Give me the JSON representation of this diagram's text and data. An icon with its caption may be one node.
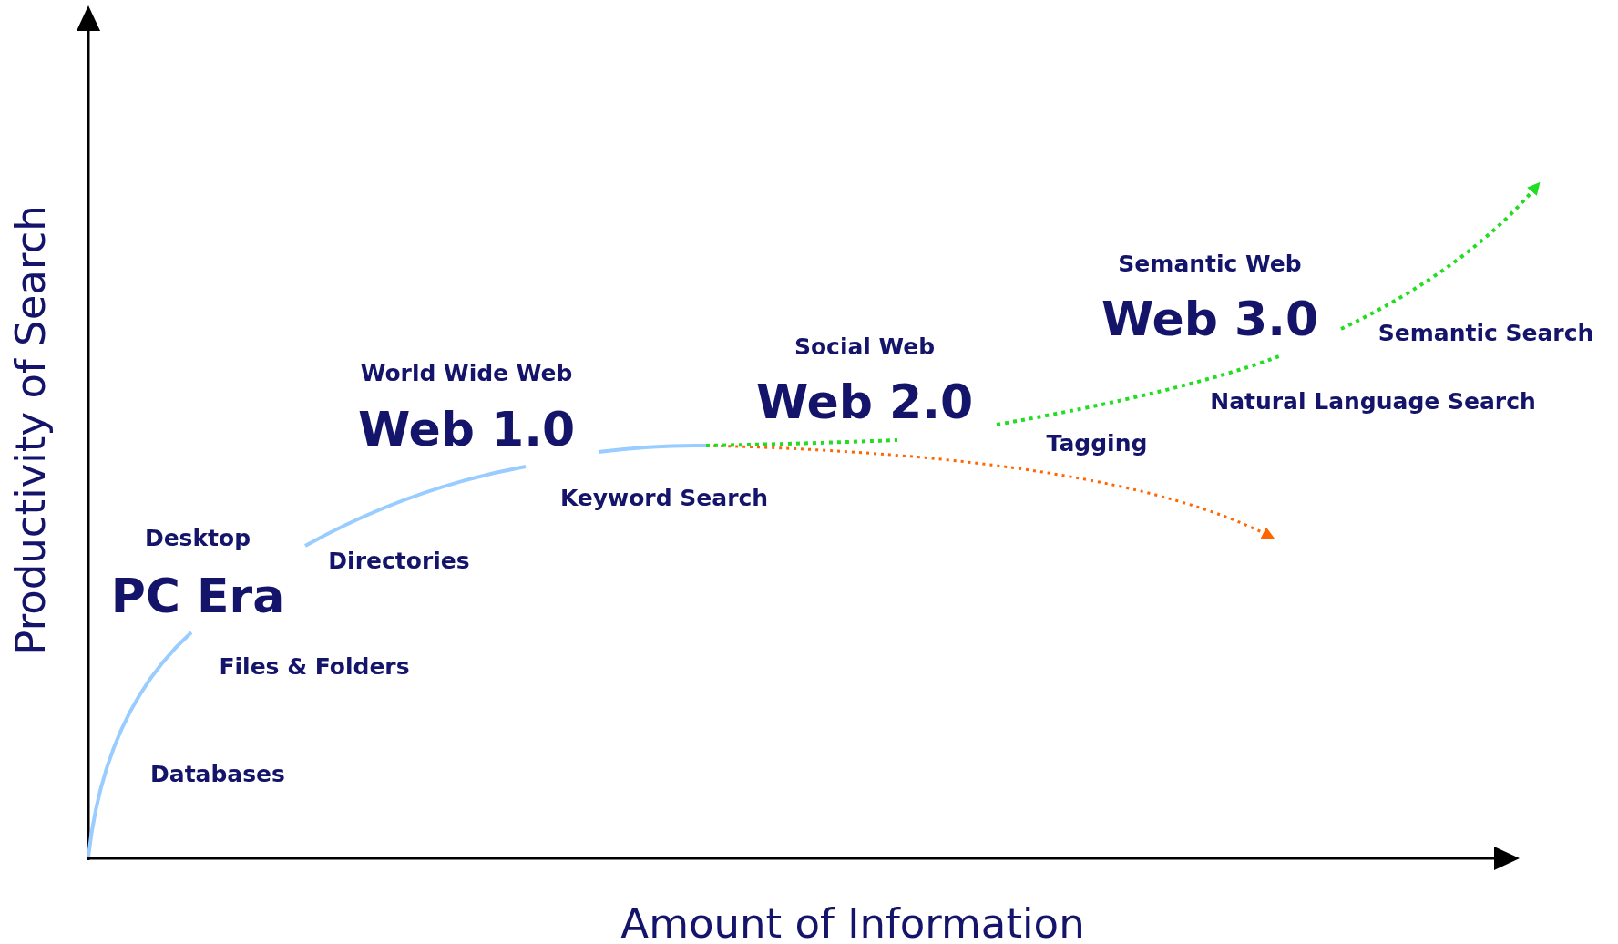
{
  "diagram": {
    "labels": [
      "Semantic Web",
      "Web 3.0",
      "Semantic Search",
      "Social Web",
      "World Wide Web",
      "Natural Language Search",
      "Web 2.0",
      "Web 1.0",
      "Tagging",
      "Keyword Search",
      "Desktop",
      "Directories",
      "PC Era",
      "Files & Folders",
      "Databases",
      "Productivity of Search",
      "Amount of Information"
    ]
  }
}
